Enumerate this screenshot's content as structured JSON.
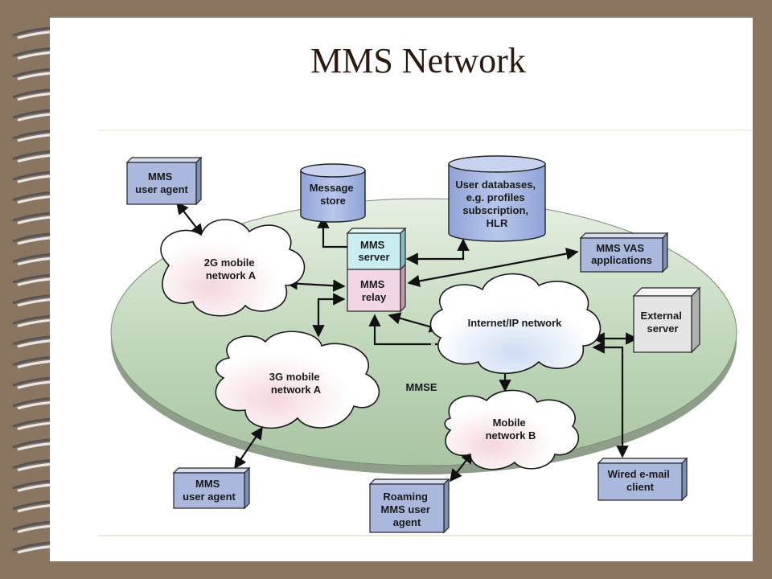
{
  "slide": {
    "title": "MMS Network"
  },
  "diagram": {
    "nodes": {
      "mms_user_agent_top": [
        "MMS",
        "user agent"
      ],
      "message_store": [
        "Message",
        "store"
      ],
      "user_databases": [
        "User databases,",
        "e.g. profiles",
        "subscription,",
        "HLR"
      ],
      "mms_vas_applications": [
        "MMS VAS",
        "applications"
      ],
      "mms_server": [
        "MMS",
        "server"
      ],
      "mms_relay": [
        "MMS",
        "relay"
      ],
      "network_2g_a": [
        "2G mobile",
        "network A"
      ],
      "internet_ip_network": [
        "Internet/IP network"
      ],
      "external_server": [
        "External",
        "server"
      ],
      "network_3g_a": [
        "3G mobile",
        "network A"
      ],
      "mmse": [
        "MMSE"
      ],
      "mobile_network_b": [
        "Mobile",
        "network B"
      ],
      "mms_user_agent_bottom": [
        "MMS",
        "user agent"
      ],
      "roaming_mms_user_agent": [
        "Roaming",
        "MMS user",
        "agent"
      ],
      "wired_email_client": [
        "Wired e-mail",
        "client"
      ]
    }
  },
  "colors": {
    "background": "#8a7560",
    "slide": "#ffffff",
    "mmse_ellipse": "#c9dcc3",
    "box_fill": "#a9b8dc",
    "server_fill": "#c9eef2",
    "relay_fill": "#f2d6e6",
    "title": "#2b1a10"
  }
}
